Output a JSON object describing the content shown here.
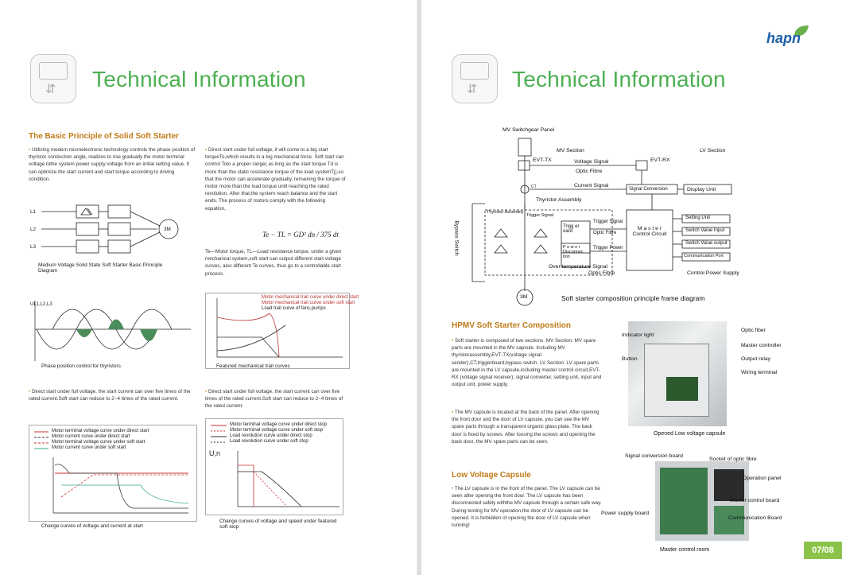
{
  "left": {
    "title": "Technical Information",
    "section_title": "The Basic Principle of Solid Soft Starter",
    "p1": "Utilizing modern microelectronic technology controls the phase position of thyristor conduction angle, realizes to rise gradually the motor terminal voltage tothe system power supply voltage from an initial setting value. It can optimize the start current and start torque according to driving condition.",
    "p2": "Direct start under full voltage, it will come to a big start torqueTo,which results in a big mechanical force. Soft start can control Toto a proper range( as long as the start torque Td is more than the static resistance torque of the load systemTj),so that the motor can accelerate gradually, remaining the torque of motor more than the load torque until reaching the rated revolution. After that,the system reach balance and the start ends. The process of motors comply with the following equation,",
    "equation": "Te − TL = GD² dn / 375 dt",
    "p3": "Te—Motor torque, TL—Load resistance torque, under a given mechanical system,soft start can output different start voltage curves, also different Te curves, thus go to a controllable start process.",
    "fig1_caption": "Medium Voltage Solid State Soft Starter Basic Principle Diagram",
    "fig1_labels": [
      "L1",
      "L2",
      "L3",
      "3M"
    ],
    "fig2_caption": "Phase position control for thyristors",
    "fig2_ylabel": "UL1,L2,L3",
    "fig3_caption": "Featured mechanical trait curves",
    "fig3_legend": [
      "Motor mechanical trait curve under direct start",
      "Motor mechanical trait curve under soft start",
      "Load trait curve of fans,pumps"
    ],
    "p4": "Direct start under full voltage, the start current can over five times of the rated current.Soft start can reduce to 2~4 times of the rated current.",
    "p5": "Direct start under full voltage, the start current can over five times of the rated current.Soft start can reduce to 2~4 times of the rated current.",
    "fig4_caption": "Change curves of voltage and current at start",
    "fig4_legend": [
      "Motor terminal voltage curve under direct start",
      "Motor current curve under direct start",
      "Motor terminal voltage curve under soft start",
      "Motor current curve under soft start"
    ],
    "fig5_caption": "Change curves of voltage and speed under featured soft stop",
    "fig5_legend": [
      "Motor terminal voltage curve under direct stop",
      "Motor terminal voltage curve under soft stop",
      "Load revolution curve under direct stop",
      "Load revolution curve under soft stop"
    ],
    "fig5_ylabel": "U,n"
  },
  "right": {
    "brand": "hapn",
    "title": "Technical Information",
    "diagram_caption": "Soft starter composition principle frame diagram",
    "diagram": {
      "mv_panel": "MV Switchgear Panel",
      "mv_section": "MV Section",
      "lv_section": "LV Section",
      "evt_tx": "EVT-TX",
      "evt_rx": "EVT-RX",
      "voltage_signal": "Voltage Signal",
      "optic_fibre": "Optic Fibre",
      "current_signal": "Current Signal",
      "ct": "CT",
      "thyristor_assembly": "Thyristor Assembly",
      "thyristor_assembly_small": "Thyristor Assembly",
      "trigger_signal": "Trigger Signal",
      "trigger_signal2": "Trigger Signal",
      "optic_fibre2": "Optic Fibre",
      "trigger_power": "Trigger Power",
      "trigger_board": "Trigg er oard",
      "power_disconnection": "P o w e r Disconnec tion",
      "over_temp": "Over temperature Signal",
      "optic_fibre3": "Optic Fibre",
      "bypass": "Bypass Switch",
      "signal_conversion": "Signal Conversion",
      "display_unit": "Display Unit",
      "master": "M a s t e r Control Circuit",
      "setting_unit": "Setting Unit",
      "switch_value_input": "Switch Value Input",
      "switch_value_output": "Switch Value output",
      "communication_port": "Communication Port",
      "control_power": "Control Power Supply",
      "motor": "3M"
    },
    "composition_title": "HPMV Soft Starter Composition",
    "comp_p1": "Soft starter is composed of two sections. MV Section: MV spare parts are mounted in the MV capsule. Including MV thyristorassembly,EVT-TX(voltage signal sender),CT,triggerboard,bypass switch. LV Section: LV spare parts are mounted in the LV capsule,including master control circuit,EVT-RX (voltage signal receiver), signal converter, setting unit, input and output unit, power supply.",
    "comp_p2": "The MV capsule is located at the back of the panel. After opening the front door and the door of LV capsule, you can see the MV spare parts through a transparent organic glass plate. The back door is fixed by screws. After loosing the screws and opening the back door, the MV spare parts can be seen.",
    "lv_title": "Low Voltage Capsule",
    "lv_p": "The LV capsule is in the front of the panel. The LV capsule can be seen after opening the front door. The LV capsule has been disconnected safely withthe MV capsule through a certain safe way. During testing for MV operation,the door of LV capsule can be opened. It is forbidden of opening the door of LV capsule when running!",
    "photo1": {
      "indicator": "Indicator light",
      "button": "Button",
      "optic": "Optic fiber",
      "master": "Master controller",
      "output": "Output relay",
      "wiring": "Wiring terminal",
      "caption": "Opened Low voltage capsule"
    },
    "photo2": {
      "signal": "Signal conversion board",
      "socket": "Socket of optic fibre",
      "operation": "Operation panel",
      "master": "Master control board",
      "power": "Power supply board",
      "comm": "Communication Board",
      "caption": "Master control room"
    },
    "page_number": "07/08"
  },
  "colors": {
    "title_green": "#4caf50",
    "section_orange": "#c07a18",
    "brand_blue": "#1b5fa8",
    "page_tab": "#8bc34a"
  }
}
